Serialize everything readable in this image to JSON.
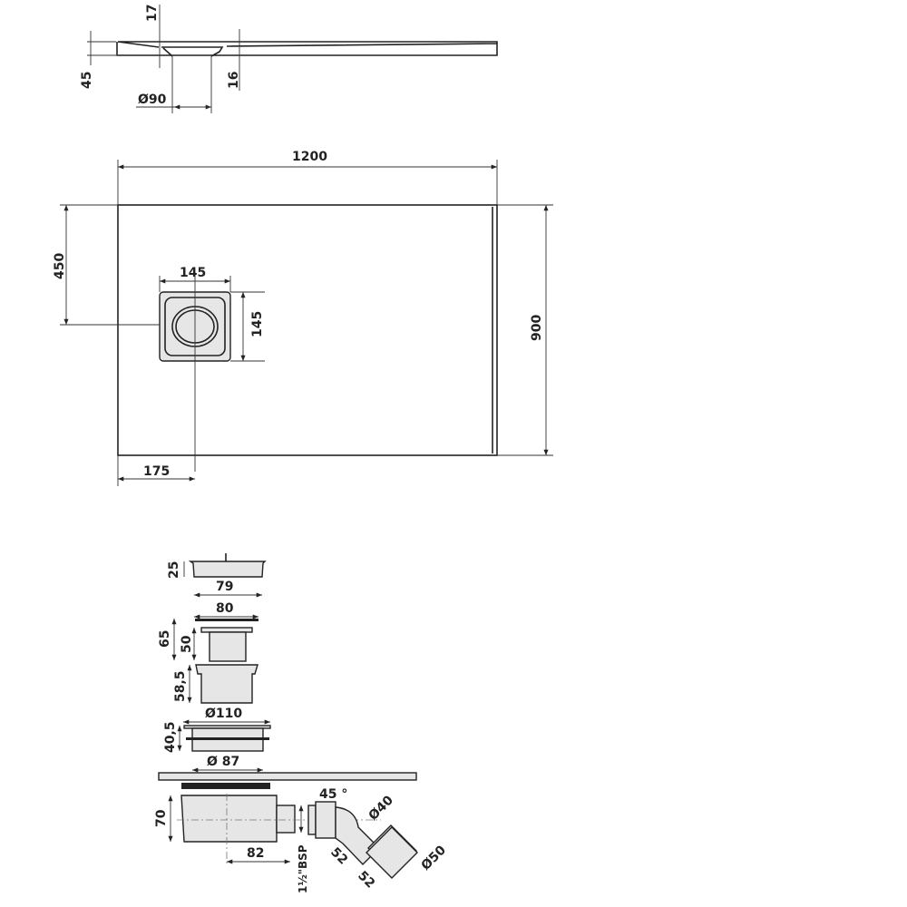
{
  "profile": {
    "d17": "17",
    "d45": "45",
    "d16": "16",
    "d90": "Ø90"
  },
  "plan": {
    "width": "1200",
    "depth": "900",
    "drain_offset_y": "450",
    "drain_w": "145",
    "drain_h": "145",
    "drain_offset_x": "175"
  },
  "parts": {
    "cap_h": "25",
    "cap_w": "79",
    "grate_w": "80",
    "grate_h": "65",
    "sleeve_h": "50",
    "body_h": "58,5",
    "flange_d": "Ø110",
    "flange_h": "40,5",
    "flange_inner": "Ø 87",
    "trap_h": "70",
    "trap_len": "82",
    "thread": "1½\"BSP",
    "angle": "45 °",
    "outlet_small": "Ø40",
    "seg1": "52",
    "seg2": "52",
    "outlet_large": "Ø50"
  }
}
